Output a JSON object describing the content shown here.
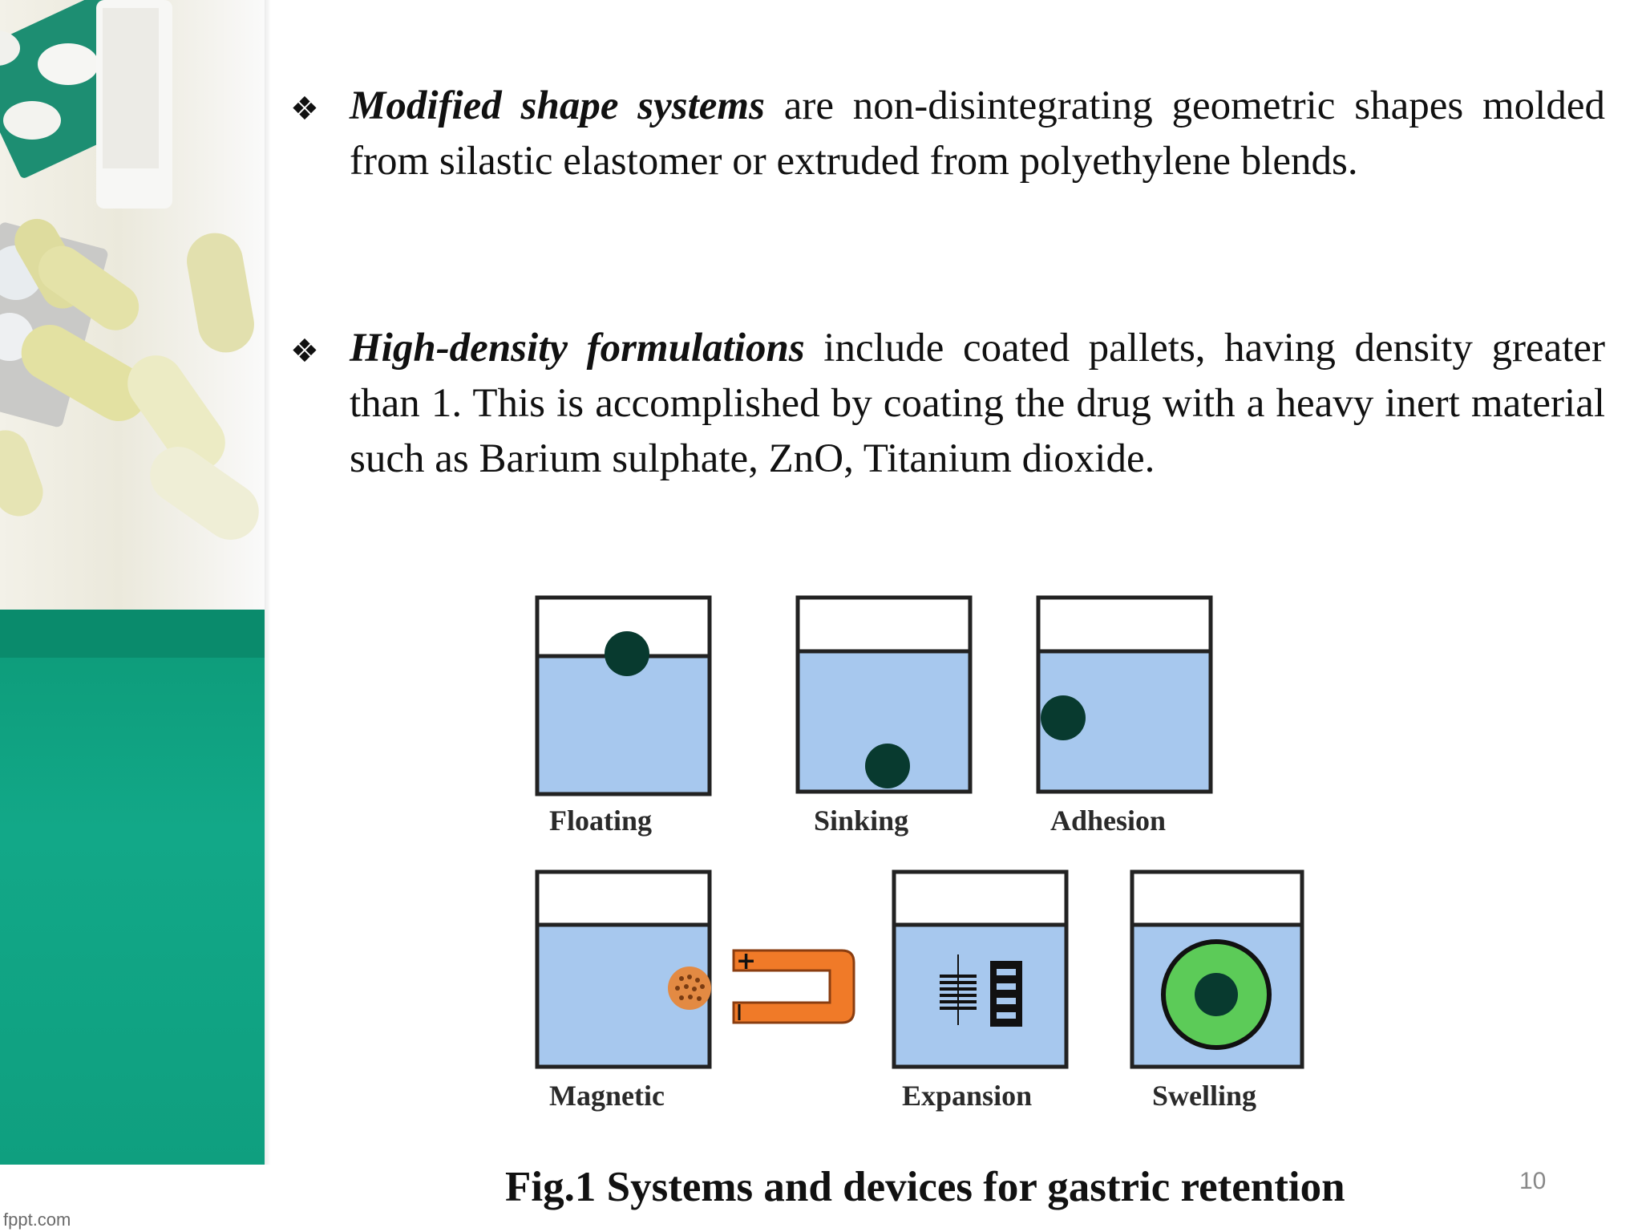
{
  "bullets": [
    {
      "term": "Modified shape systems",
      "text": " are non-disintegrating geometric shapes molded  from silastic elastomer or extruded from polyethylene blends."
    },
    {
      "term": "High-density formulations",
      "text": " include  coated pallets, having density greater than 1. This is accomplished by coating the drug with a heavy inert material such as Barium sulphate, ZnO, Titanium dioxide."
    }
  ],
  "figure": {
    "labels": {
      "floating": "Floating",
      "sinking": "Sinking",
      "adhesion": "Adhesion",
      "magnetic": "Magnetic",
      "expansion": "Expansion",
      "swelling": "Swelling"
    },
    "colors": {
      "liquid": "#a7c8ee",
      "particle": "#083a2f",
      "magnet": "#f07a28",
      "swelling_ring": "#5ccb58"
    }
  },
  "caption": "Fig.1 Systems and devices for gastric retention",
  "page_number": "10",
  "watermark": "fppt.com"
}
